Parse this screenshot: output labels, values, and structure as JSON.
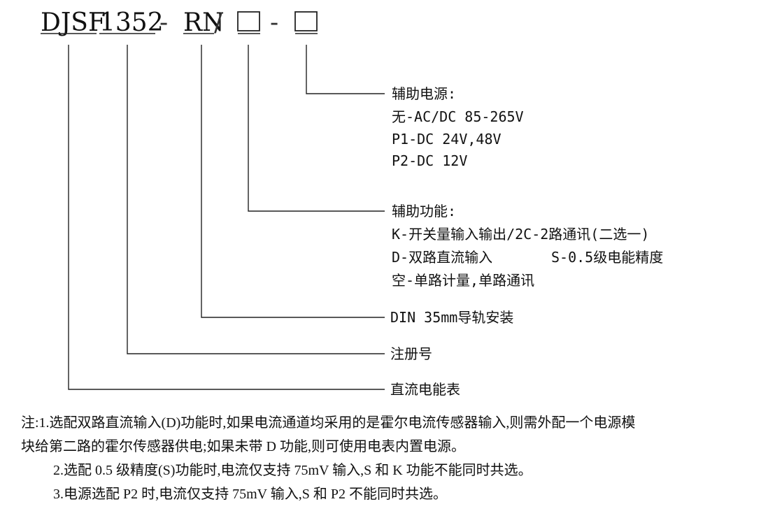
{
  "code": {
    "part1": "DJSF",
    "part2": "1352",
    "dash1": "-",
    "part3": "RN",
    "slash": "/",
    "dash2": "-"
  },
  "branches": {
    "aux_power": {
      "title": "辅助电源:",
      "lines": [
        "无-AC/DC 85-265V",
        "P1-DC 24V,48V",
        "P2-DC 12V"
      ]
    },
    "aux_function": {
      "title": "辅助功能:",
      "lines": [
        "K-开关量输入输出/2C-2路通讯(二选一)",
        "D-双路直流输入",
        "S-0.5级电能精度",
        "空-单路计量,单路通讯"
      ]
    },
    "rn": "DIN 35mm导轨安装",
    "reg": "注册号",
    "djsf": "直流电能表"
  },
  "notes": {
    "line1": "注:1.选配双路直流输入(D)功能时,如果电流通道均采用的是霍尔电流传感器输入,则需外配一个电源模",
    "line2": "块给第二路的霍尔传感器供电;如果未带 D 功能,则可使用电表内置电源。",
    "line3": "2.选配 0.5 级精度(S)功能时,电流仅支持 75mV 输入,S 和 K 功能不能同时共选。",
    "line4": "3.电源选配 P2 时,电流仅支持 75mV 输入,S 和 P2 不能同时共选。"
  }
}
